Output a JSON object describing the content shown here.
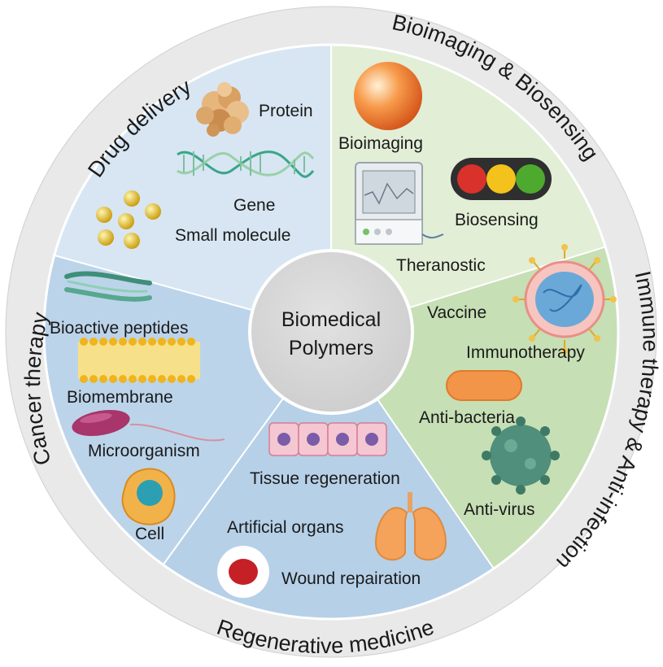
{
  "center": {
    "line1": "Biomedical",
    "line2": "Polymers"
  },
  "categories": {
    "drug_delivery": {
      "title": "Drug delivery",
      "color": "#d7e6f2",
      "items": {
        "protein": "Protein",
        "gene": "Gene",
        "small_molecule": "Small molecule"
      }
    },
    "bioimaging_biosensing": {
      "title": "Bioimaging & Biosensing",
      "color": "#e2eed6",
      "items": {
        "bioimaging": "Bioimaging",
        "biosensing": "Biosensing",
        "theranostic": "Theranostic"
      }
    },
    "immune_therapy": {
      "title": "Immune therapy & Anti-infection",
      "color": "#c6dfb5",
      "items": {
        "vaccine": "Vaccine",
        "immunotherapy": "Immunotherapy",
        "anti_bacteria": "Anti-bacteria",
        "anti_virus": "Anti-virus"
      }
    },
    "regenerative_medicine": {
      "title": "Regenerative medicine",
      "color": "#b6d0e8",
      "items": {
        "tissue_regeneration": "Tissue regeneration",
        "artificial_organs": "Artificial organs",
        "wound_repairation": "Wound repairation"
      }
    },
    "cancer_therapy": {
      "title": "Cancer therapy",
      "color": "#bcd4ea",
      "items": {
        "bioactive_peptides": "Bioactive peptides",
        "biomembrane": "Biomembrane",
        "microorganism": "Microorganism",
        "cell": "Cell"
      }
    }
  },
  "ring_color": "#e9e9e9",
  "hub_color": "#d6d6d6",
  "icons": [
    "protein-aggregate-icon",
    "dna-helix-icon",
    "gold-nanoparticle-icon",
    "orange-sphere-icon",
    "traffic-light-icon",
    "theranostic-monitor-icon",
    "virus-particle-icon",
    "bacterium-capsule-icon",
    "coronavirus-icon",
    "cell-layer-icon",
    "lung-icon",
    "wound-icon",
    "peptide-ribbon-icon",
    "lipid-bilayer-icon",
    "rod-bacterium-icon",
    "nucleated-cell-icon"
  ]
}
